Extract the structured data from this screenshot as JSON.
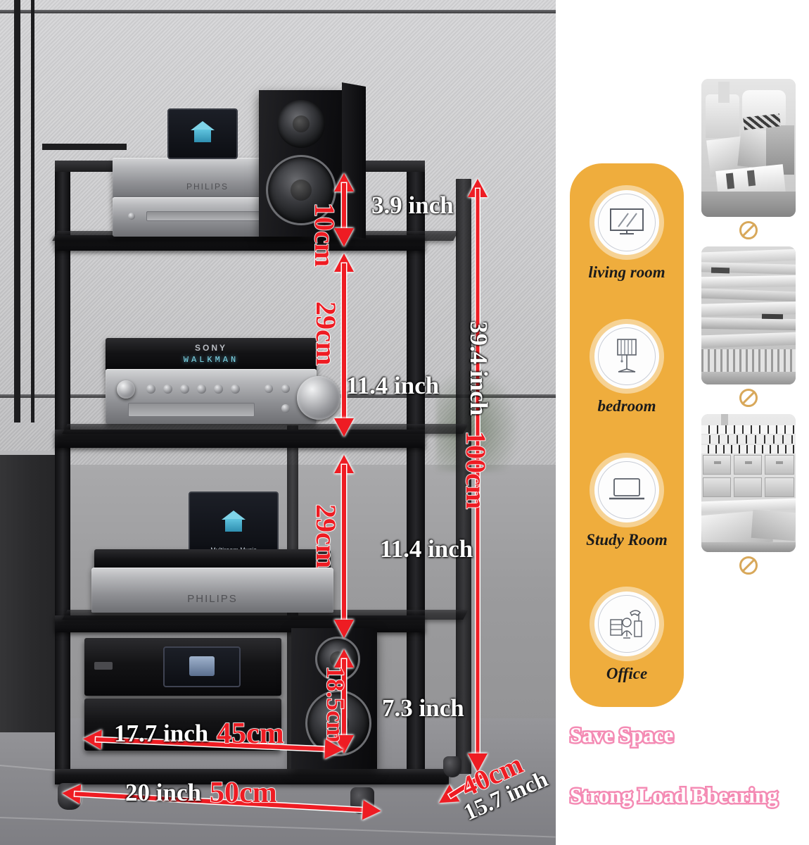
{
  "product_photo": {
    "alt": "Black 4-tier metal audio equipment rack on casters with stereo components",
    "equipment": {
      "top_shelf": {
        "device_brand": "PHILIPS",
        "device_screen_label": "",
        "speaker": "bookshelf-speaker"
      },
      "second_shelf": {
        "device_brand": "SONY",
        "display_text": "WALKMAN"
      },
      "third_shelf": {
        "device_brand": "PHILIPS",
        "device_screen_label": "Multiroom Music"
      },
      "bottom_shelf": {
        "device_brand": "",
        "speaker": "bookshelf-speaker"
      }
    }
  },
  "dimensions": {
    "tier_top": {
      "cm": "10cm",
      "inch": "3.9 inch"
    },
    "tier_second": {
      "cm": "29cm",
      "inch": "11.4 inch"
    },
    "tier_third": {
      "cm": "29cm",
      "inch": "11.4 inch"
    },
    "tier_bottom": {
      "cm": "18.5cm",
      "inch": "7.3 inch"
    },
    "total_height": {
      "cm": "100cm",
      "inch": "39.4 inch"
    },
    "shelf_width": {
      "cm": "45cm",
      "inch": "17.7 inch"
    },
    "base_width": {
      "cm": "50cm",
      "inch": "20 inch"
    },
    "depth": {
      "cm": "40cm",
      "inch": "15.7 inch"
    },
    "accent_color": "#ee1c23",
    "inch_color": "#ffffff"
  },
  "use_cases": {
    "panel_color": "#efad3d",
    "items": [
      {
        "label": "living room",
        "icon": "tv-icon"
      },
      {
        "label": "bedroom",
        "icon": "lamp-icon"
      },
      {
        "label": "Study Room",
        "icon": "laptop-icon"
      },
      {
        "label": "Office",
        "icon": "office-desk-icon"
      }
    ]
  },
  "clutter_thumbnails": {
    "no_symbol_color": "#d8a85a",
    "items": [
      {
        "alt": "Cluttered boxes and papers on a sofa",
        "icon": "no-entry-icon"
      },
      {
        "alt": "Stacks of messy papers and files",
        "icon": "no-entry-icon"
      },
      {
        "alt": "Piles of storage boxes and books",
        "icon": "no-entry-icon"
      }
    ]
  },
  "taglines": {
    "color": "#f48bb4",
    "items": [
      {
        "text": "Save Space"
      },
      {
        "text": "Strong Load Bbearing"
      }
    ]
  }
}
